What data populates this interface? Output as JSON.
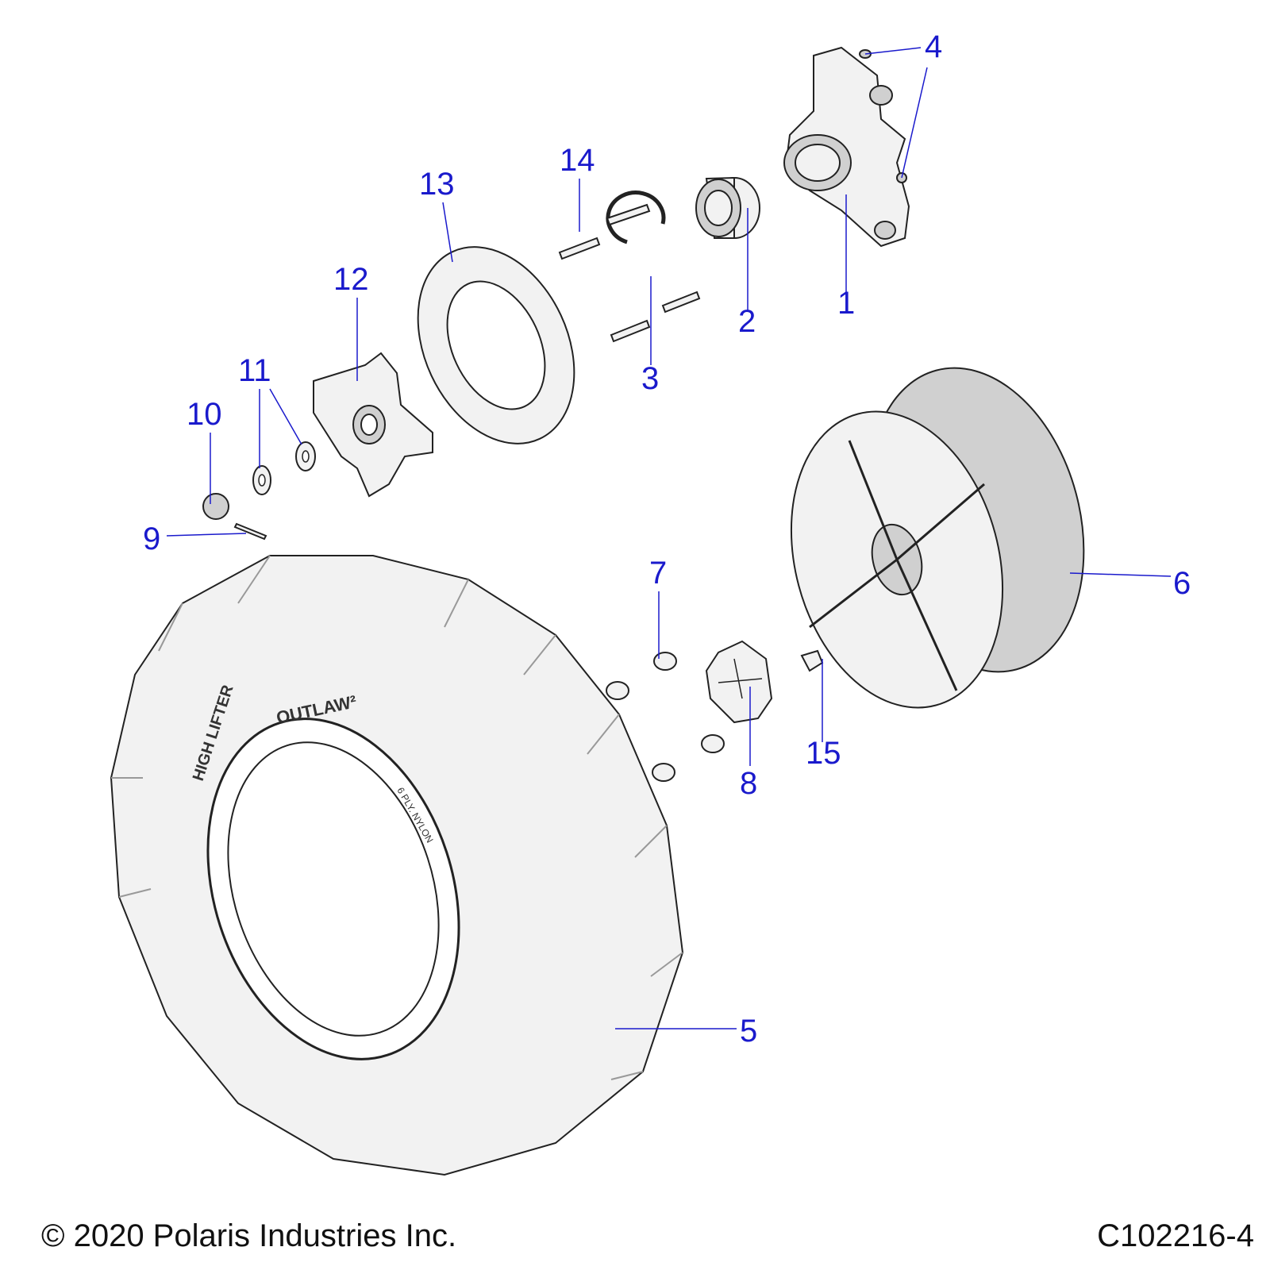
{
  "callouts": [
    {
      "id": "1",
      "label": "1"
    },
    {
      "id": "2",
      "label": "2"
    },
    {
      "id": "3",
      "label": "3"
    },
    {
      "id": "4",
      "label": "4"
    },
    {
      "id": "5",
      "label": "5"
    },
    {
      "id": "6",
      "label": "6"
    },
    {
      "id": "7",
      "label": "7"
    },
    {
      "id": "8",
      "label": "8"
    },
    {
      "id": "9",
      "label": "9"
    },
    {
      "id": "10",
      "label": "10"
    },
    {
      "id": "11",
      "label": "11"
    },
    {
      "id": "12",
      "label": "12"
    },
    {
      "id": "13",
      "label": "13"
    },
    {
      "id": "14",
      "label": "14"
    },
    {
      "id": "15",
      "label": "15"
    }
  ],
  "tire_text": {
    "brand": "HIGH LIFTER",
    "model": "OUTLAW²",
    "ply": "6 PLY. NYLON"
  },
  "footer": {
    "copyright": "© 2020 Polaris Industries Inc.",
    "figure_id": "C102216-4"
  },
  "colors": {
    "callout": "#1a1acc",
    "line": "#222222"
  }
}
